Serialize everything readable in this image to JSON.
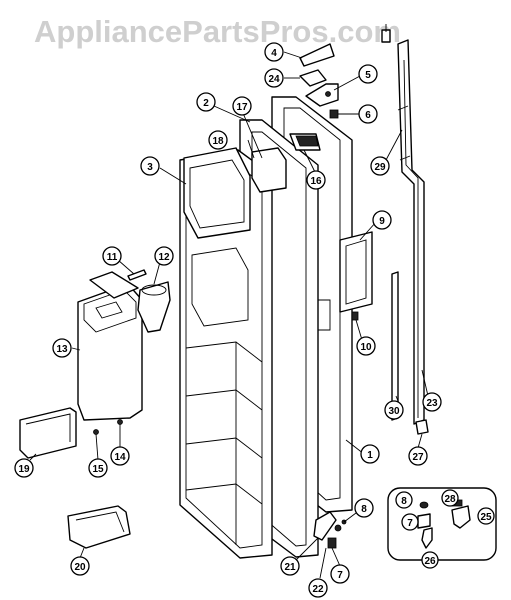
{
  "watermark": "AppliancePartsPros.com",
  "callouts": [
    {
      "id": "c1",
      "label": "1"
    },
    {
      "id": "c2",
      "label": "2"
    },
    {
      "id": "c3",
      "label": "3"
    },
    {
      "id": "c4",
      "label": "4"
    },
    {
      "id": "c5",
      "label": "5"
    },
    {
      "id": "c6",
      "label": "6"
    },
    {
      "id": "c7a",
      "label": "7"
    },
    {
      "id": "c7b",
      "label": "7"
    },
    {
      "id": "c8a",
      "label": "8"
    },
    {
      "id": "c8b",
      "label": "8"
    },
    {
      "id": "c9",
      "label": "9"
    },
    {
      "id": "c10",
      "label": "10"
    },
    {
      "id": "c11",
      "label": "11"
    },
    {
      "id": "c12",
      "label": "12"
    },
    {
      "id": "c13",
      "label": "13"
    },
    {
      "id": "c14",
      "label": "14"
    },
    {
      "id": "c15",
      "label": "15"
    },
    {
      "id": "c16",
      "label": "16"
    },
    {
      "id": "c17",
      "label": "17"
    },
    {
      "id": "c18",
      "label": "18"
    },
    {
      "id": "c19",
      "label": "19"
    },
    {
      "id": "c20",
      "label": "20"
    },
    {
      "id": "c21",
      "label": "21"
    },
    {
      "id": "c22",
      "label": "22"
    },
    {
      "id": "c23",
      "label": "23"
    },
    {
      "id": "c24",
      "label": "24"
    },
    {
      "id": "c25",
      "label": "25"
    },
    {
      "id": "c26",
      "label": "26"
    },
    {
      "id": "c27",
      "label": "27"
    },
    {
      "id": "c28",
      "label": "28"
    },
    {
      "id": "c29",
      "label": "29"
    },
    {
      "id": "c30",
      "label": "30"
    }
  ]
}
